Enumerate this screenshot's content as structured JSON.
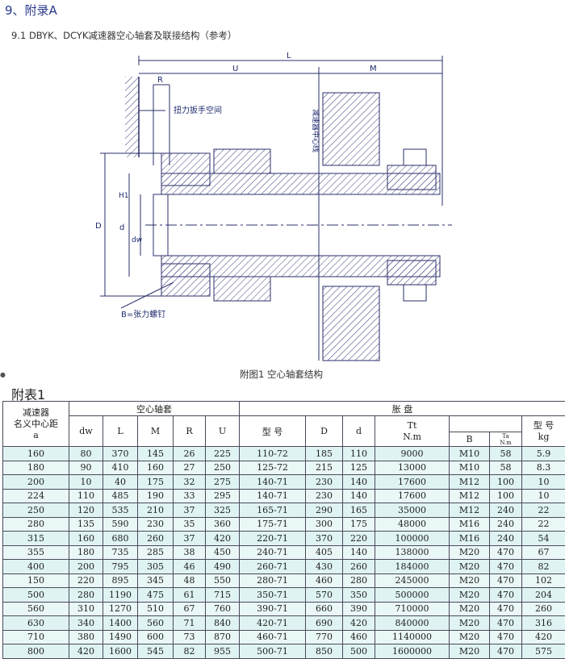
{
  "section_title": "9、附录A",
  "subtitle": "9.1 DBYK、DCYK减速器空心轴套及联接结构（参考）",
  "figure": {
    "labels": {
      "L": "L",
      "U": "U",
      "M": "M",
      "R": "R",
      "wrench": "扭力扳手空间",
      "center": "减速器中心线",
      "D": "D",
      "H1": "H1",
      "d": "d",
      "dw": "dw",
      "B": "B=张力螺钉"
    },
    "caption": "附图1 空心轴套结构"
  },
  "table": {
    "title": "附表1",
    "header": {
      "group_sleeve": "空心轴套",
      "group_disc": "胀  盘",
      "col_a": "减速器\n名义中心距\na",
      "dw": "dw",
      "L": "L",
      "M": "M",
      "R": "R",
      "U": "U",
      "model": "型 号",
      "D": "D",
      "d": "d",
      "Tt": "Tt\nN.m",
      "B": "B",
      "Ta": "Ta\nN.m",
      "weight": "型 号\nkg"
    },
    "rows": [
      [
        "160",
        "80",
        "370",
        "145",
        "26",
        "225",
        "110-72",
        "185",
        "110",
        "9000",
        "M10",
        "58",
        "5.9"
      ],
      [
        "180",
        "90",
        "410",
        "160",
        "27",
        "250",
        "125-72",
        "215",
        "125",
        "13000",
        "M10",
        "58",
        "8.3"
      ],
      [
        "200",
        "10",
        "40",
        "175",
        "32",
        "275",
        "140-71",
        "230",
        "140",
        "17600",
        "M12",
        "100",
        "10"
      ],
      [
        "224",
        "110",
        "485",
        "190",
        "33",
        "295",
        "140-71",
        "230",
        "140",
        "17600",
        "M12",
        "100",
        "10"
      ],
      [
        "250",
        "120",
        "535",
        "210",
        "37",
        "325",
        "165-71",
        "290",
        "165",
        "35000",
        "M12",
        "240",
        "22"
      ],
      [
        "280",
        "135",
        "590",
        "230",
        "35",
        "360",
        "175-71",
        "300",
        "175",
        "48000",
        "M16",
        "240",
        "22"
      ],
      [
        "315",
        "160",
        "680",
        "260",
        "37",
        "420",
        "220-71",
        "370",
        "220",
        "100000",
        "M16",
        "240",
        "54"
      ],
      [
        "355",
        "180",
        "735",
        "285",
        "38",
        "450",
        "240-71",
        "405",
        "140",
        "138000",
        "M20",
        "470",
        "67"
      ],
      [
        "400",
        "200",
        "795",
        "305",
        "46",
        "490",
        "260-71",
        "430",
        "260",
        "184000",
        "M20",
        "470",
        "82"
      ],
      [
        "150",
        "220",
        "895",
        "345",
        "48",
        "550",
        "280-71",
        "460",
        "280",
        "245000",
        "M20",
        "470",
        "102"
      ],
      [
        "500",
        "280",
        "1190",
        "475",
        "61",
        "715",
        "350-71",
        "570",
        "350",
        "500000",
        "M20",
        "470",
        "204"
      ],
      [
        "560",
        "310",
        "1270",
        "510",
        "67",
        "760",
        "390-71",
        "660",
        "390",
        "710000",
        "M20",
        "470",
        "260"
      ],
      [
        "630",
        "340",
        "1400",
        "560",
        "71",
        "840",
        "420-71",
        "690",
        "420",
        "840000",
        "M20",
        "470",
        "316"
      ],
      [
        "710",
        "380",
        "1490",
        "600",
        "73",
        "870",
        "460-71",
        "770",
        "460",
        "1140000",
        "M20",
        "470",
        "420"
      ],
      [
        "800",
        "420",
        "1600",
        "545",
        "82",
        "955",
        "500-71",
        "850",
        "500",
        "1600000",
        "M20",
        "470",
        "575"
      ]
    ]
  }
}
